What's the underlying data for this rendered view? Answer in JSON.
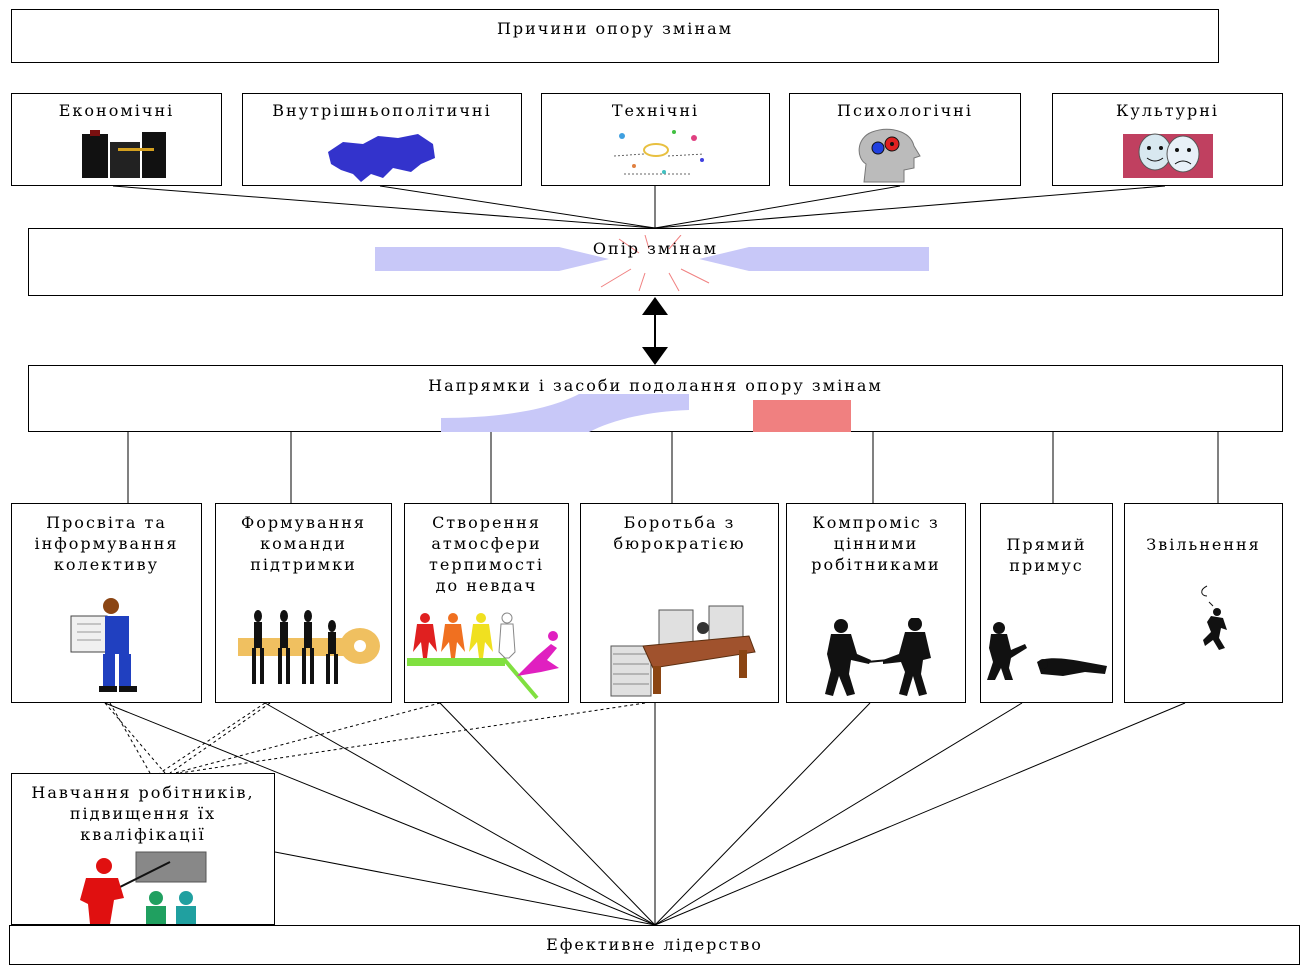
{
  "top_title": "Причини опору змінам",
  "causes": [
    "Економічні",
    "Внутрішньополітичні",
    "Технічні",
    "Психологічні",
    "Культурні"
  ],
  "resistance": "Опір змінам",
  "directions_title": "Напрямки і засоби подолання опору змінам",
  "methods": [
    "Просвіта та\nінформування\nколективу",
    "Формування\nкоманди\nпідтримки",
    "Створення\nатмосфери\nтерпимості\nдо невдач",
    "Боротьба з\nбюрократією",
    "Компроміс з\nцінними\nробітниками",
    "Прямий\nпримус",
    "Звільнення"
  ],
  "training": "Навчання робітників,\nпідвищення їх\nкваліфікації",
  "leadership": "Ефективне лідерство",
  "colors": {
    "arrow_band": "#c8c8f8",
    "accent_red": "#f08080",
    "ukraine_map": "#3333cc"
  }
}
